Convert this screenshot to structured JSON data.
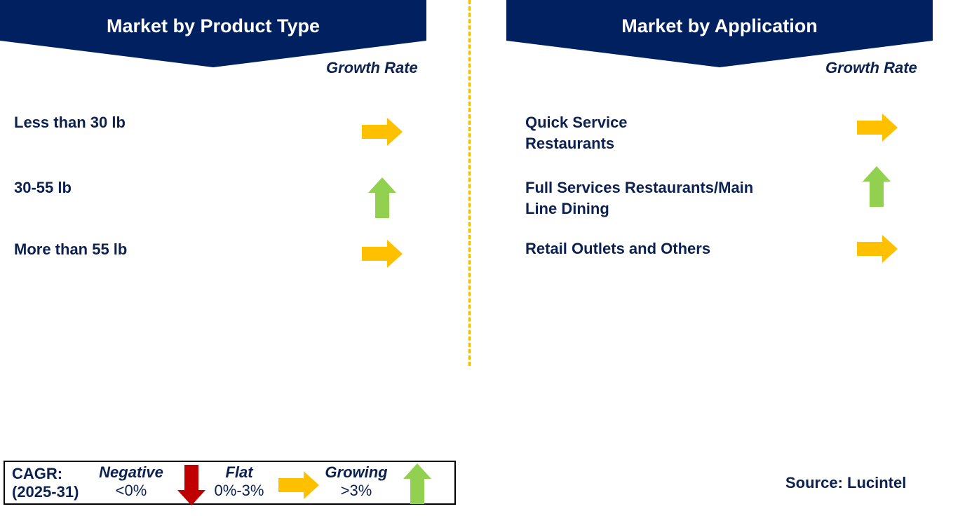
{
  "colors": {
    "navy": "#002060",
    "text": "#0c2150",
    "flat_arrow": "#ffc000",
    "growing_arrow": "#92d050",
    "negative_arrow": "#c00000",
    "divider": "#f5b700"
  },
  "left_panel": {
    "title": "Market by Product Type",
    "growth_label": "Growth Rate",
    "rows": [
      {
        "label": "Less than 30 lb",
        "trend": "flat",
        "icon": "right-arrow-icon"
      },
      {
        "label": "30-55 lb",
        "trend": "growing",
        "icon": "up-arrow-icon"
      },
      {
        "label": "More than 55 lb",
        "trend": "flat",
        "icon": "right-arrow-icon"
      }
    ]
  },
  "right_panel": {
    "title": "Market by Application",
    "growth_label": "Growth Rate",
    "rows": [
      {
        "label_line1": "Quick Service",
        "label_line2": "Restaurants",
        "trend": "flat",
        "icon": "right-arrow-icon"
      },
      {
        "label_line1": "Full Services Restaurants/Main",
        "label_line2": "Line Dining",
        "trend": "growing",
        "icon": "up-arrow-icon"
      },
      {
        "label_line1": "Retail Outlets and Others",
        "label_line2": "",
        "trend": "flat",
        "icon": "right-arrow-icon"
      }
    ]
  },
  "legend": {
    "cagr_line1": "CAGR:",
    "cagr_line2": "(2025-31)",
    "negative_label": "Negative",
    "negative_value": "<0%",
    "flat_label": "Flat",
    "flat_value": "0%-3%",
    "growing_label": "Growing",
    "growing_value": ">3%"
  },
  "source": "Source: Lucintel"
}
